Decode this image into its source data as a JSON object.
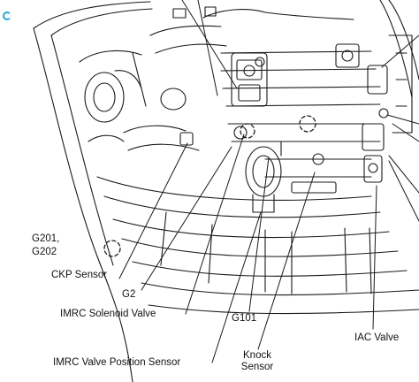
{
  "diagram": {
    "labels": {
      "g201": "G201,",
      "g202": "G202",
      "ckp_sensor": "CKP Sensor",
      "g2": "G2",
      "imrc_solenoid_valve": "IMRC Solenoid Valve",
      "g101": "G101",
      "iac_valve": "IAC Valve",
      "imrc_valve_position_sensor": "IMRC Valve Position Sensor",
      "knock_sensor_line1": "Knock",
      "knock_sensor_line2": "Sensor"
    },
    "icons": {
      "corner": "loading-spinner-icon",
      "ground_marker": "dashed-circle-icon"
    },
    "colors": {
      "ink": "#111111",
      "accent": "#29a8c9"
    }
  }
}
